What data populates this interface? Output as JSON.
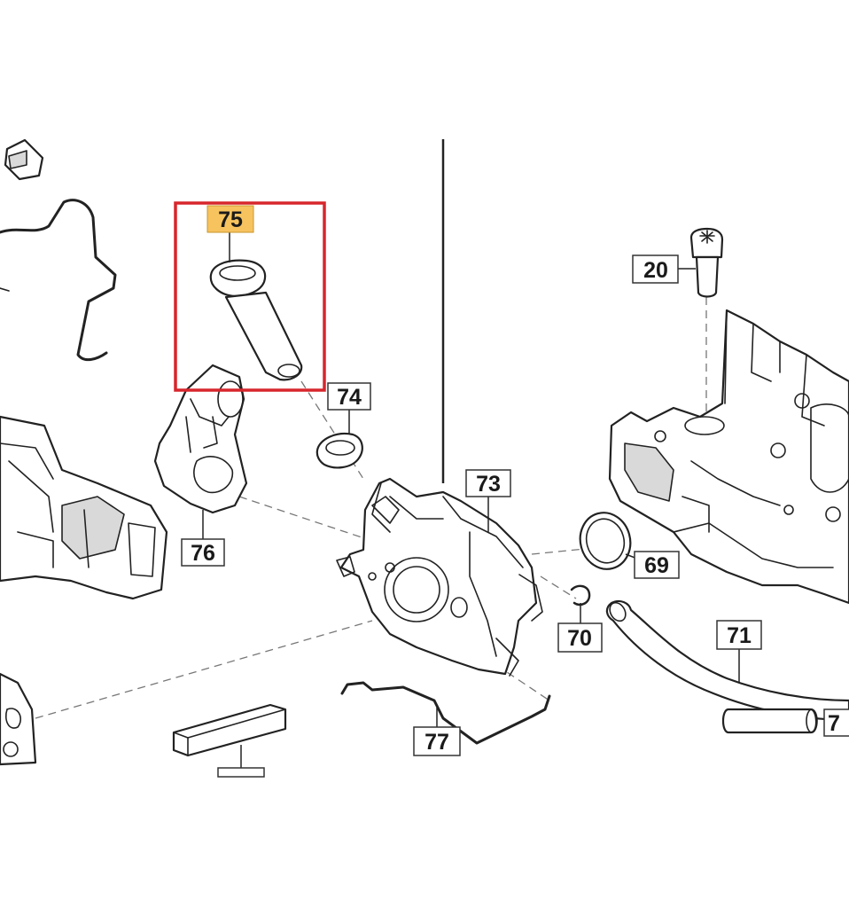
{
  "diagram": {
    "highlighted_part": "75",
    "colors": {
      "highlight_frame": "#d7262c",
      "highlight_label": "#f6c35f",
      "line": "#222222"
    },
    "labels": {
      "p75": "75",
      "p74": "74",
      "p73": "73",
      "p76": "76",
      "p69": "69",
      "p70": "70",
      "p71": "71",
      "p77": "77",
      "p20": "20",
      "p7x": "7"
    }
  }
}
